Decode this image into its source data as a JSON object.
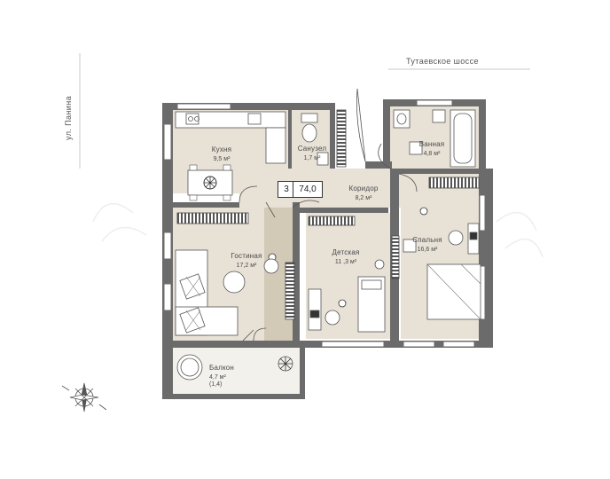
{
  "streets": {
    "top": "Тутаевское шоссе",
    "left": "ул. Панина"
  },
  "apartment": {
    "rooms": "3",
    "total_area": "74,0"
  },
  "rooms": [
    {
      "key": "kitchen",
      "name": "Кухня",
      "area": "9,5 м²"
    },
    {
      "key": "bathroom",
      "name": "Санузел",
      "area": "1,7 м²"
    },
    {
      "key": "bath",
      "name": "Ванная",
      "area": "4,8 м²"
    },
    {
      "key": "corridor",
      "name": "Коридор",
      "area": "8,2 м²"
    },
    {
      "key": "living",
      "name": "Гостиная",
      "area": "17,2 м²"
    },
    {
      "key": "kids",
      "name": "Детская",
      "area": "11 ,3 м²"
    },
    {
      "key": "bedroom",
      "name": "Спальня",
      "area": "16,6 м²"
    },
    {
      "key": "balcony",
      "name": "Балкон",
      "area": "4,7 м²",
      "note": "(1,4)"
    }
  ],
  "colors": {
    "wall": "#6b6b6b",
    "floor": "#e7e1d6",
    "wood": "#d2c9b6",
    "balcony": "#f3f1ec",
    "accent": "#2f2f2f"
  }
}
